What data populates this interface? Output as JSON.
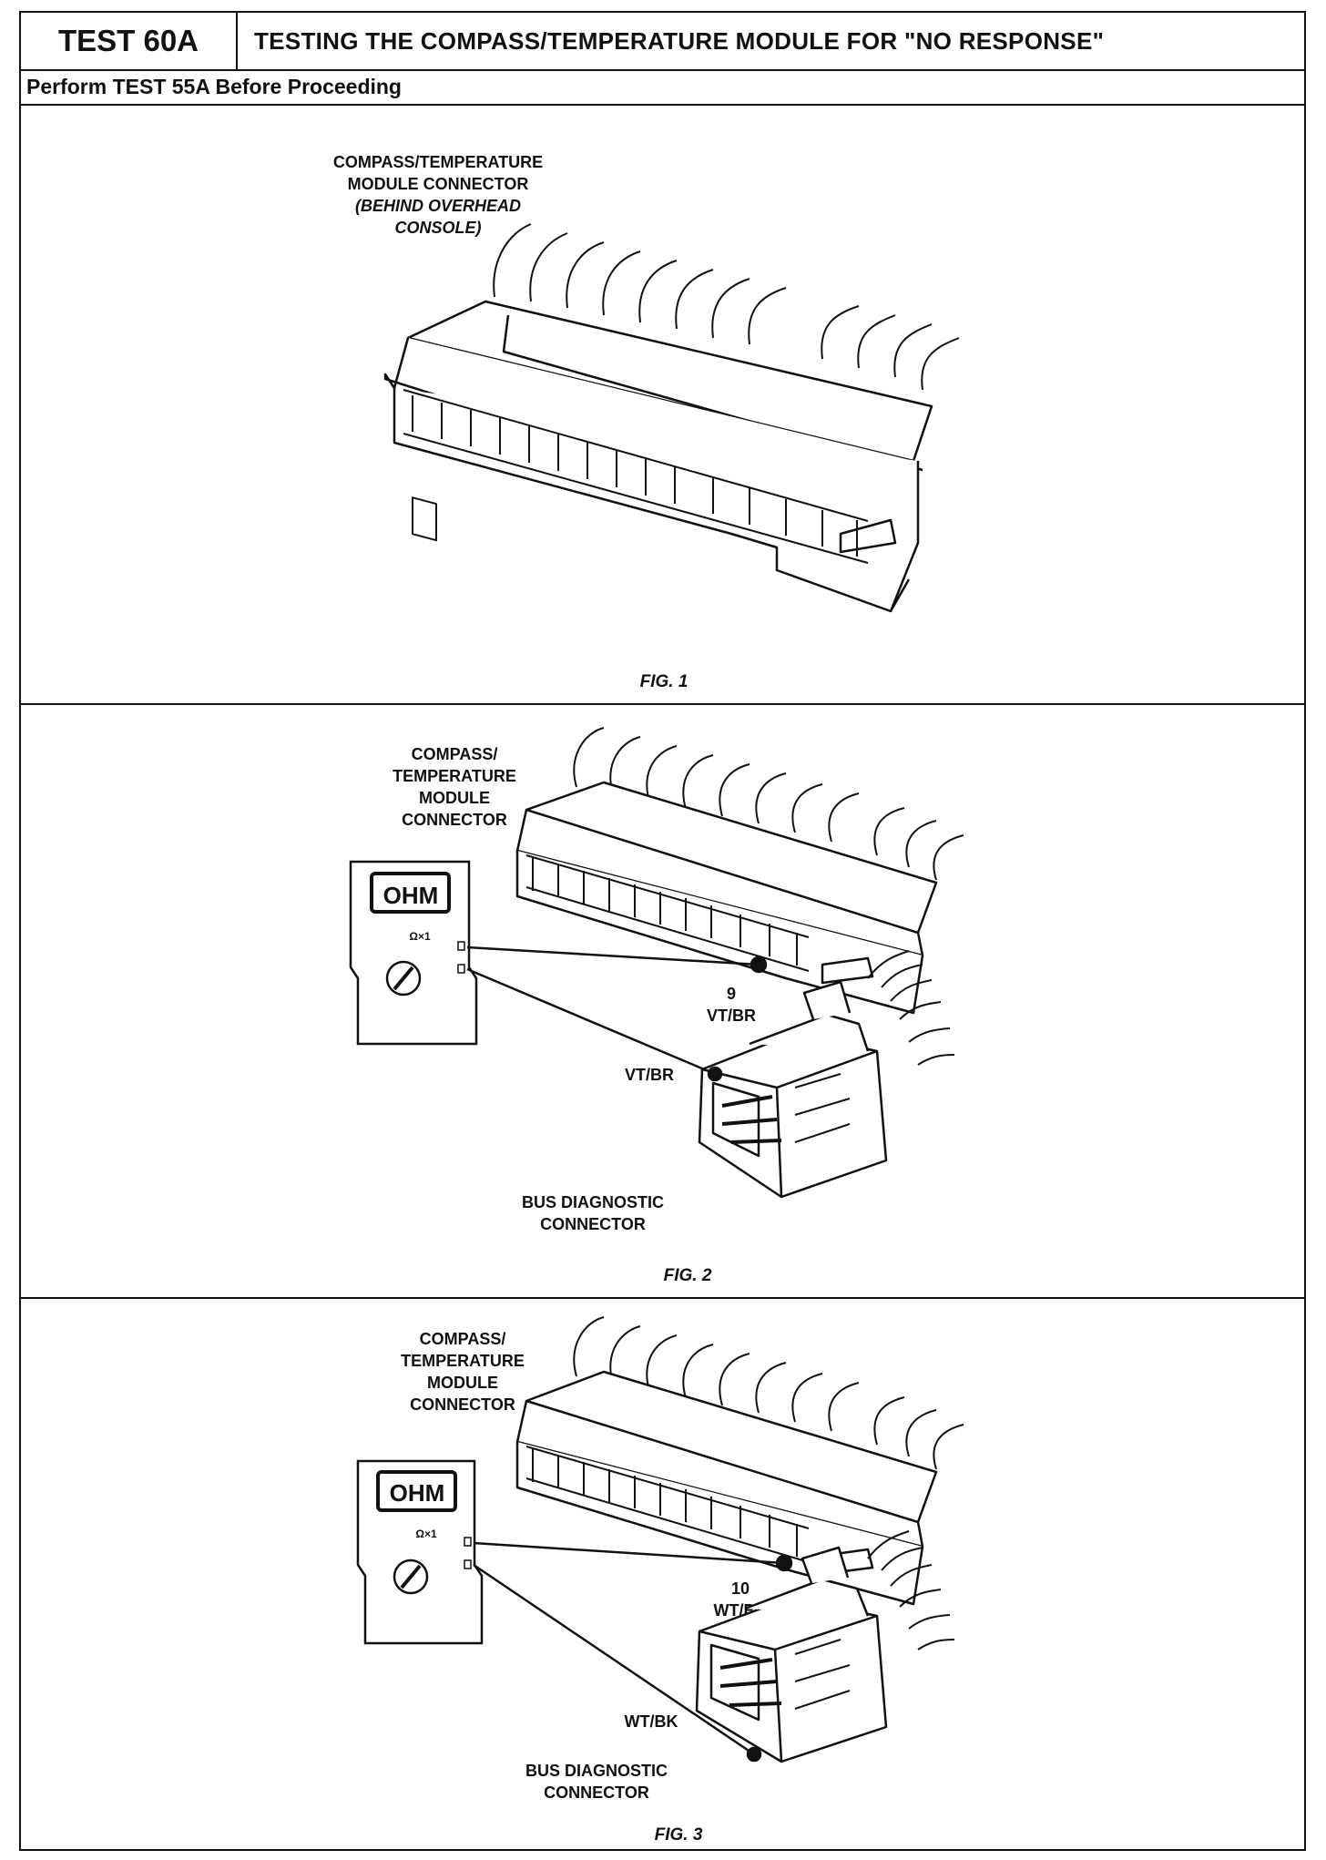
{
  "header": {
    "test_id": "TEST 60A",
    "title": "TESTING THE COMPASS/TEMPERATURE MODULE FOR \"NO RESPONSE\"",
    "prerequisite": "Perform TEST 55A Before Proceeding"
  },
  "figures": [
    {
      "caption": "FIG. 1",
      "labels": [
        "COMPASS/TEMPERATURE",
        "MODULE CONNECTOR",
        "(BEHIND OVERHEAD",
        "CONSOLE)"
      ]
    },
    {
      "caption": "FIG. 2",
      "module_label": [
        "COMPASS/",
        "TEMPERATURE",
        "MODULE",
        "CONNECTOR"
      ],
      "meter_display": "OHM",
      "meter_range": "Ω×1",
      "pin_number": "9",
      "pin_wire": "VT/BR",
      "diag_wire": "VT/BR",
      "diag_label": [
        "BUS DIAGNOSTIC",
        "CONNECTOR"
      ]
    },
    {
      "caption": "FIG. 3",
      "module_label": [
        "COMPASS/",
        "TEMPERATURE",
        "MODULE",
        "CONNECTOR"
      ],
      "meter_display": "OHM",
      "meter_range": "Ω×1",
      "pin_number": "10",
      "pin_wire": "WT/BK",
      "diag_wire": "WT/BK",
      "diag_label": [
        "BUS DIAGNOSTIC",
        "CONNECTOR"
      ]
    }
  ]
}
